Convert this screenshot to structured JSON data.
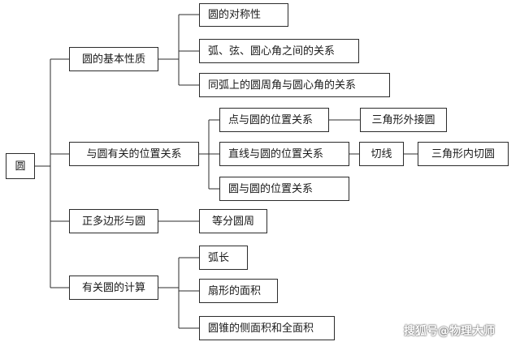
{
  "diagram": {
    "root": "圆",
    "branches": {
      "basic_properties": {
        "label": "圆的基本性质",
        "children": [
          "圆的对称性",
          "弧、弦、圆心角之间的关系",
          "同弧上的圆周角与圆心角的关系"
        ]
      },
      "positional_relations": {
        "label": "与圆有关的位置关系",
        "point_circle": "点与圆的位置关系",
        "point_circle_child": "三角形外接圆",
        "line_circle": "直线与圆的位置关系",
        "tangent": "切线",
        "tangent_child": "三角形内切圆",
        "circle_circle": "圆与圆的位置关系"
      },
      "regular_polygon": {
        "label": "正多边形与圆",
        "child": "等分圆周"
      },
      "calculations": {
        "label": "有关圆的计算",
        "children": [
          "弧长",
          "扇形的面积",
          "圆锥的侧面积和全面积"
        ]
      }
    }
  },
  "watermark": "搜狐号@物理大师"
}
